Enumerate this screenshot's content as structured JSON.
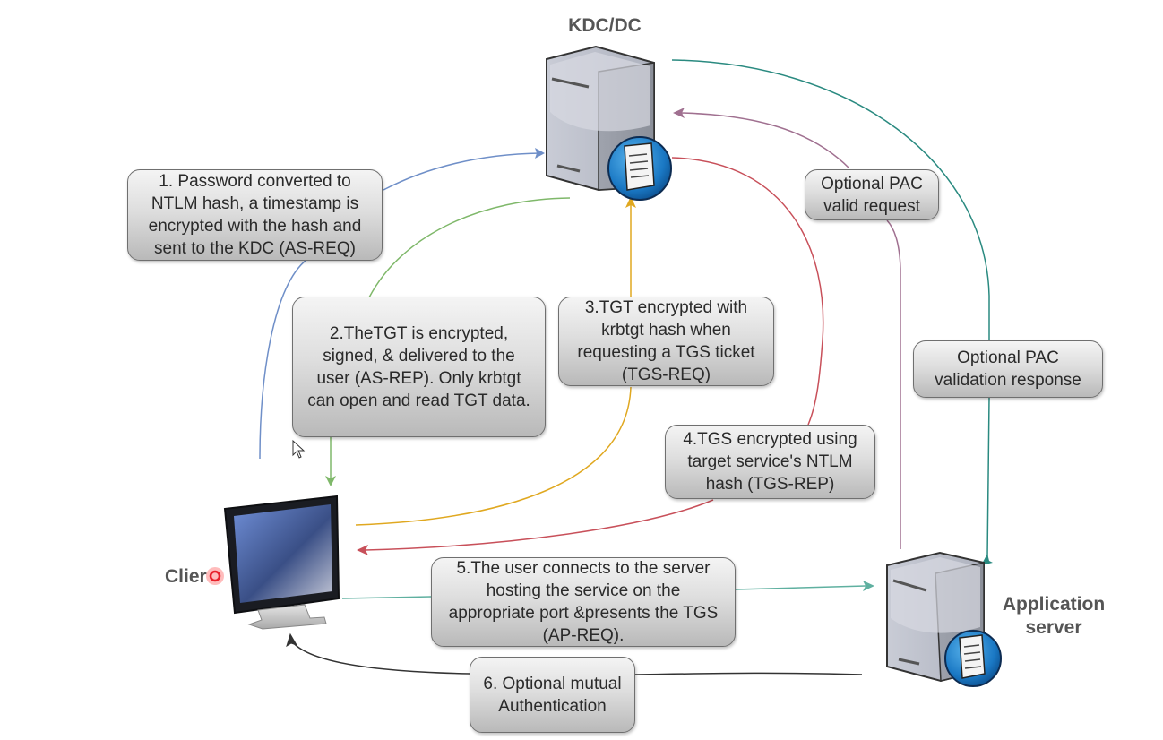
{
  "nodes": {
    "kdc": {
      "label": "KDC/DC",
      "icon": "server-icon"
    },
    "client": {
      "label": "Client",
      "visible_label": "Clier",
      "icon": "monitor-icon"
    },
    "app_server": {
      "label": "Application\nserver",
      "icon": "server-icon"
    }
  },
  "steps": [
    {
      "id": "step1",
      "text": "1. Password converted to\nNTLM hash, a timestamp is\nencrypted with the hash and\nsent to the KDC (AS-REQ)",
      "from": "client",
      "to": "kdc",
      "color": "#6f8fc8"
    },
    {
      "id": "step2",
      "text": "2.TheTGT is encrypted,\nsigned, & delivered to the\nuser (AS-REP). Only krbtgt\ncan open and read TGT data.",
      "from": "kdc",
      "to": "client",
      "color": "#7fb86a"
    },
    {
      "id": "step3",
      "text": "3.TGT encrypted with\nkrbtgt hash when\nrequesting a TGS ticket\n(TGS-REQ)",
      "from": "client",
      "to": "kdc",
      "color": "#e0a820"
    },
    {
      "id": "step4",
      "text": "4.TGS encrypted using\ntarget service's NTLM\nhash (TGS-REP)",
      "from": "kdc",
      "to": "client",
      "color": "#c8505a"
    },
    {
      "id": "step5",
      "text": "5.The user connects to the server\nhosting the service on the\nappropriate port &presents the TGS\n(AP-REQ).",
      "from": "client",
      "to": "app_server",
      "color": "#5fb0a0"
    },
    {
      "id": "step6",
      "text": "6. Optional mutual\nAuthentication",
      "from": "app_server",
      "to": "client",
      "color": "#333333"
    },
    {
      "id": "pac_request",
      "text": "Optional PAC\nvalid request",
      "from": "app_server",
      "to": "kdc",
      "color": "#a07090"
    },
    {
      "id": "pac_response",
      "text": "Optional PAC\nvalidation response",
      "from": "kdc",
      "to": "app_server",
      "color": "#2a8a80"
    }
  ],
  "colors": {
    "box_border": "#6f6f6f",
    "text": "#2a2a2a",
    "node_label": "#555555",
    "click_marker": "#e8202a"
  }
}
